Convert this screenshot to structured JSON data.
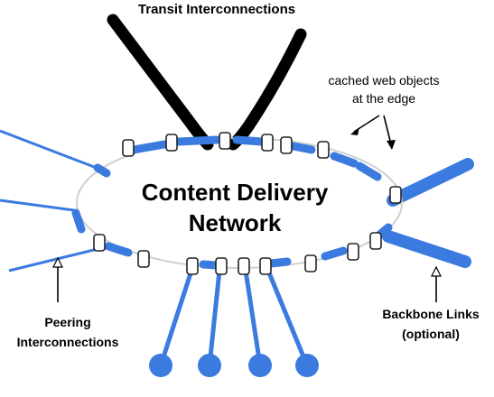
{
  "title": "Transit Interconnections",
  "center_label": {
    "line1": "Content Delivery",
    "line2": "Network"
  },
  "labels": {
    "cached_line1": "cached web objects",
    "cached_line2": "at the edge",
    "peering_line1": "Peering",
    "peering_line2": "Interconnections",
    "backbone_line1": "Backbone Links",
    "backbone_line2": "(optional)"
  },
  "colors": {
    "blue": "#3b7be0",
    "black": "#000000",
    "node_fill": "#ffffff",
    "node_stroke": "#222222"
  }
}
